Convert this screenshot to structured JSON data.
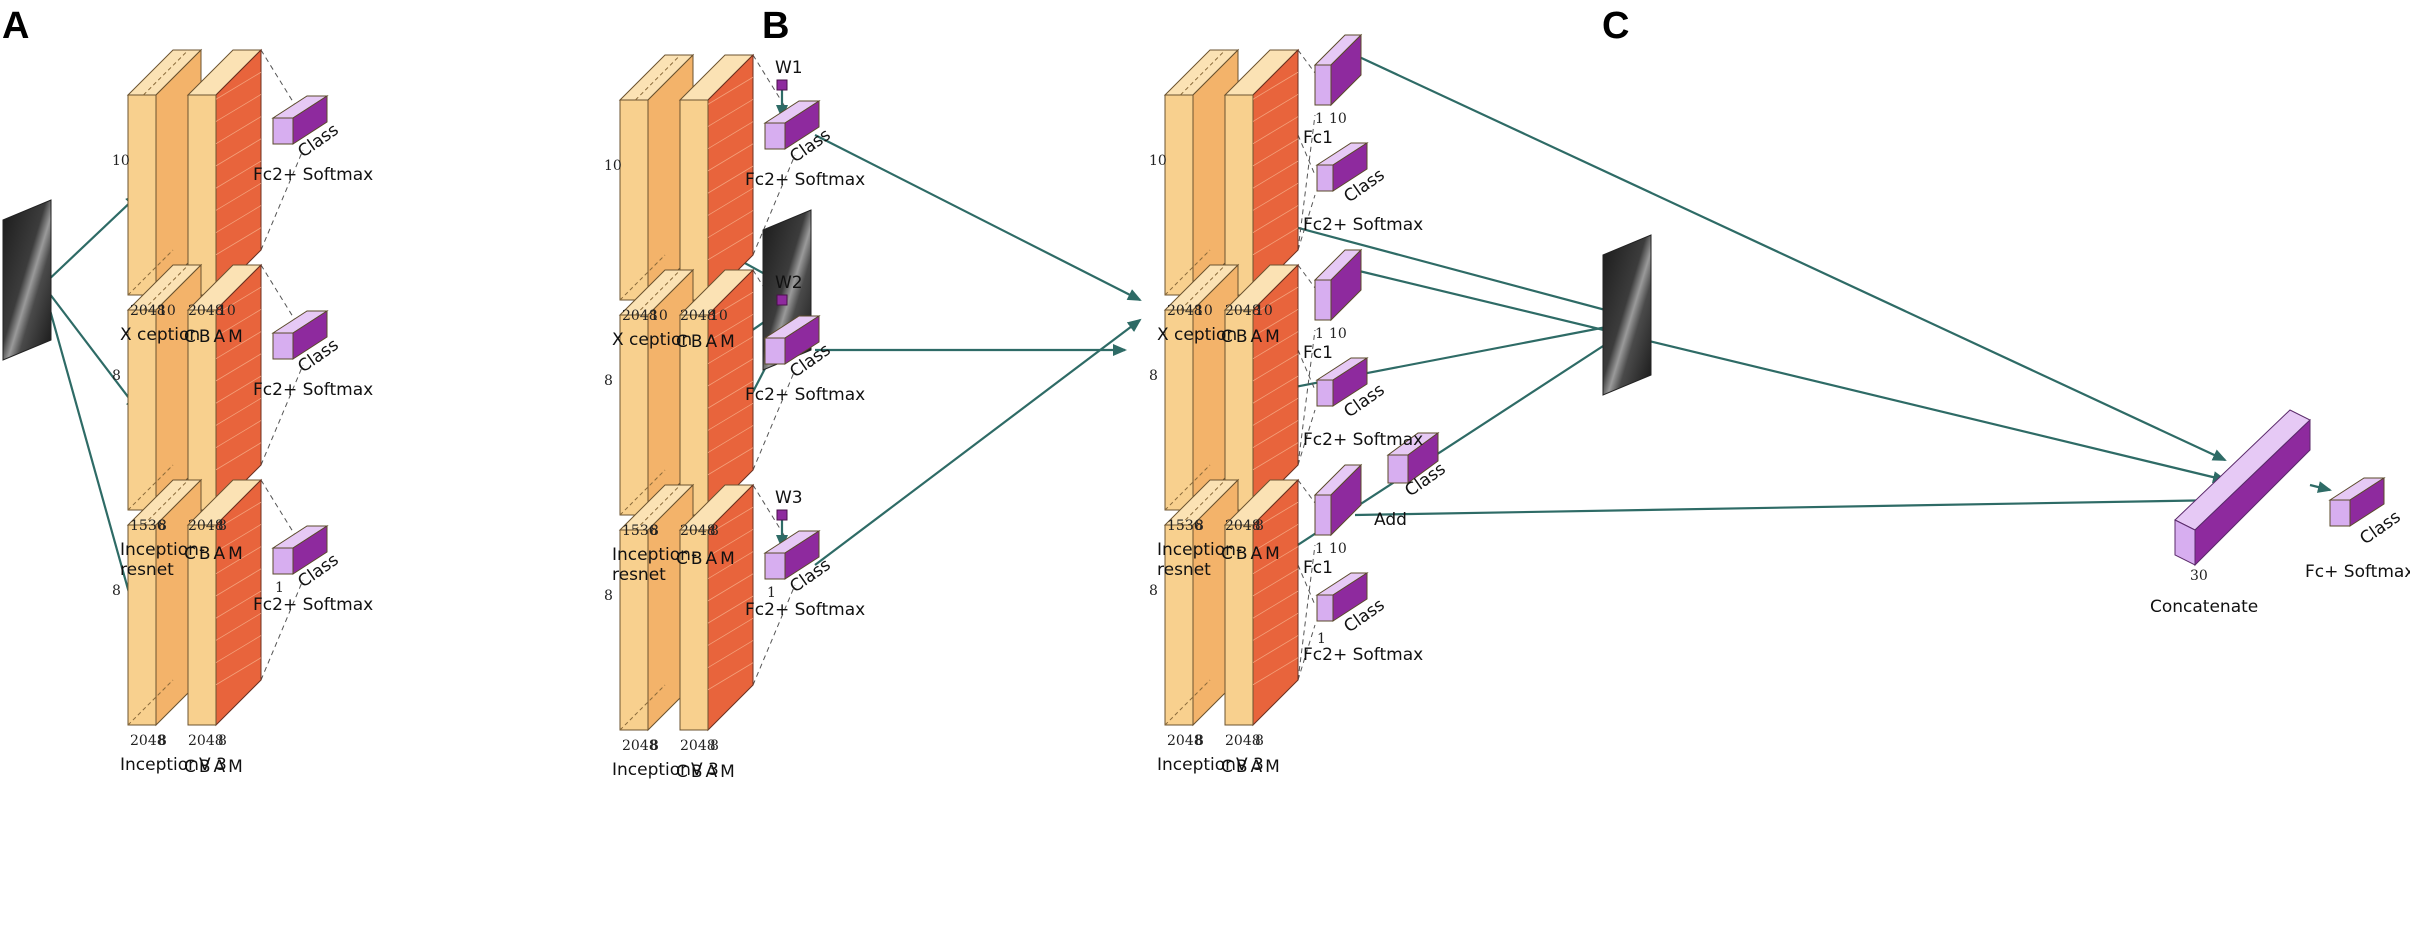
{
  "panels": [
    {
      "letter": "A",
      "rows": [
        {
          "backbone": "X ception",
          "dims": [
            "10",
            "2048",
            "10",
            "2048",
            "10"
          ],
          "class_label": "Class",
          "fc_label": "Fc2+ Softmax",
          "one": ""
        },
        {
          "backbone": "Inception-resnet",
          "dims": [
            "8",
            "1536",
            "8",
            "2048",
            "8"
          ],
          "class_label": "Class",
          "fc_label": "Fc2+ Softmax",
          "one": ""
        },
        {
          "backbone": "InceptionV 3",
          "dims": [
            "8",
            "2048",
            "8",
            "2048",
            "8"
          ],
          "class_label": "Class",
          "fc_label": "Fc2+ Softmax",
          "one": "1"
        }
      ],
      "cbam_label": "CBAM"
    },
    {
      "letter": "B",
      "rows": [
        {
          "backbone": "X ception",
          "dims": [
            "10",
            "2048",
            "10",
            "2048",
            "10"
          ],
          "class_label": "Class",
          "fc_label": "Fc2+ Softmax",
          "weight": "W1",
          "one": ""
        },
        {
          "backbone": "Inception-resnet",
          "dims": [
            "8",
            "1536",
            "8",
            "2048",
            "8"
          ],
          "class_label": "Class",
          "fc_label": "Fc2+ Softmax",
          "weight": "W2",
          "one": ""
        },
        {
          "backbone": "InceptionV 3",
          "dims": [
            "8",
            "2048",
            "8",
            "2048",
            "8"
          ],
          "class_label": "Class",
          "fc_label": "Fc2+ Softmax",
          "weight": "W3",
          "one": "1"
        }
      ],
      "cbam_label": "CBAM",
      "merge": {
        "label": "Add",
        "class_label": "Class"
      }
    },
    {
      "letter": "C",
      "rows": [
        {
          "backbone": "X ception",
          "dims": [
            "10",
            "2048",
            "10",
            "2048",
            "10"
          ],
          "fc1_label": "Fc1",
          "fc1_dims": [
            "1",
            "10"
          ],
          "class_label": "Class",
          "fc_label": "Fc2+ Softmax"
        },
        {
          "backbone": "Inception-resnet",
          "dims": [
            "8",
            "1536",
            "8",
            "2048",
            "8"
          ],
          "fc1_label": "Fc1",
          "fc1_dims": [
            "1",
            "10"
          ],
          "class_label": "Class",
          "fc_label": "Fc2+ Softmax"
        },
        {
          "backbone": "InceptionV 3",
          "dims": [
            "8",
            "2048",
            "8",
            "2048",
            "8"
          ],
          "fc1_label": "Fc1",
          "fc1_dims": [
            "1",
            "10"
          ],
          "class_label": "Class",
          "fc_label": "Fc2+ Softmax",
          "one": "1"
        }
      ],
      "cbam_label": "CBAM",
      "concat": {
        "label": "Concatenate",
        "dim": "30"
      },
      "final": {
        "class_label": "Class",
        "label": "Fc+ Softmax"
      }
    }
  ],
  "colors": {
    "backbone_front": "#f8d08e",
    "backbone_side": "#f3b36a",
    "backbone_top": "#fbe2b4",
    "cbam_red": "#e8643c",
    "cbam_red_dark": "#c94a28",
    "fc_light": "#d7aef0",
    "fc_dark": "#8e2a9e",
    "arrow": "#2e6b66"
  }
}
